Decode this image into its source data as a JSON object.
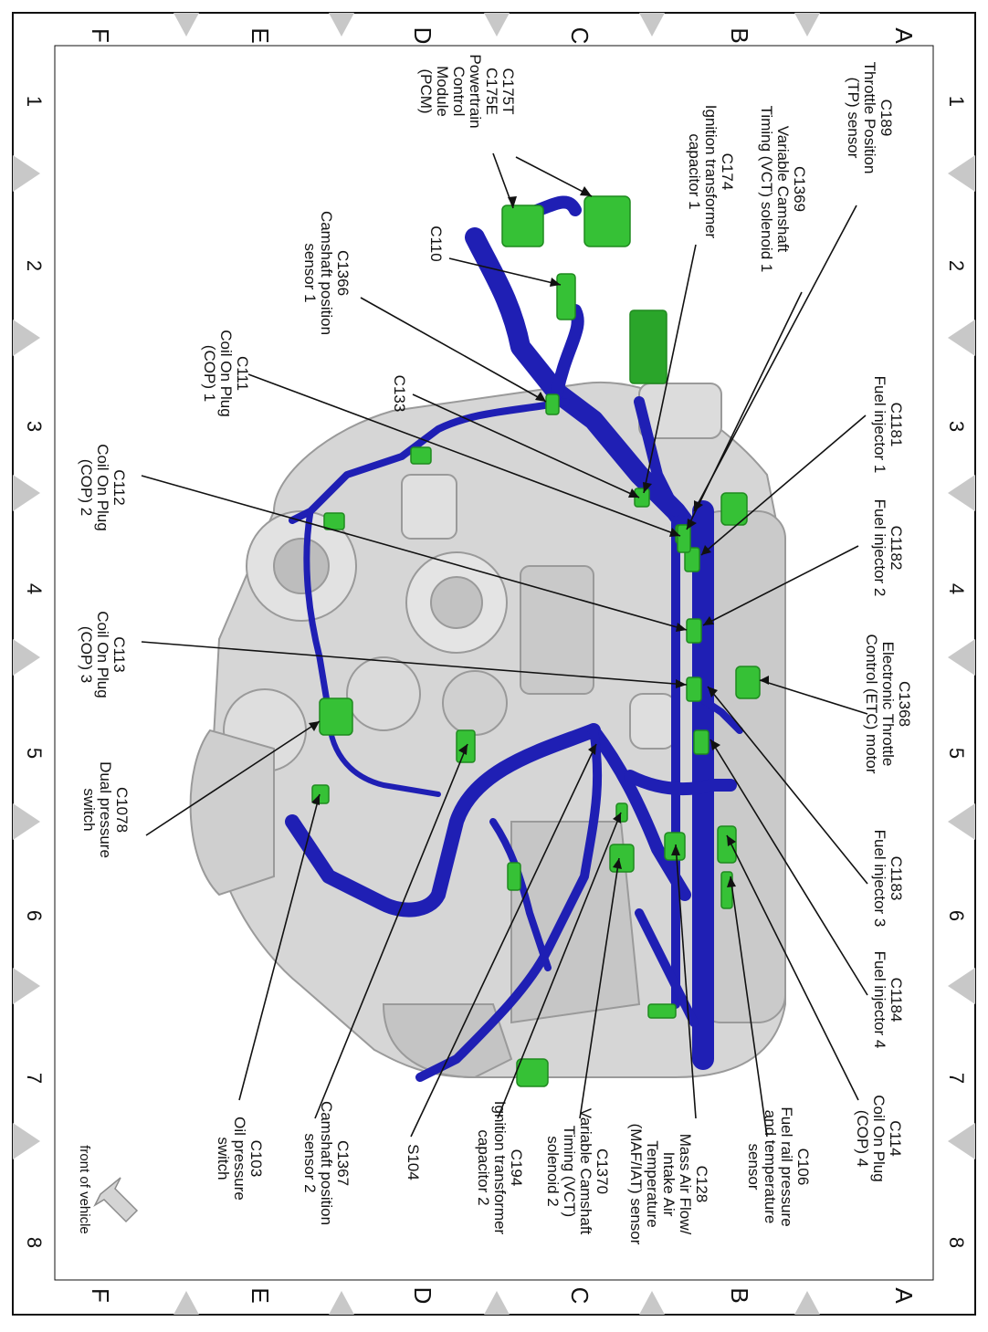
{
  "grid": {
    "letters_top": [
      "A",
      "B",
      "C",
      "D",
      "E",
      "F"
    ],
    "letters_bottom": [
      "A",
      "B",
      "C",
      "D",
      "E",
      "F"
    ],
    "numbers_right": [
      "1",
      "2",
      "3",
      "4",
      "5",
      "6",
      "7",
      "8"
    ],
    "numbers_left": [
      "1",
      "2",
      "3",
      "4",
      "5",
      "6",
      "7",
      "8"
    ]
  },
  "labels": {
    "c189": "C189\nThrottle Position\n(TP) sensor",
    "c1369": "C1369\nVariable Camshaft\nTiming (VCT) solenoid 1",
    "c174": "C174\nIgnition transformer\ncapacitor 1",
    "c175": "C175T\nC175E\nPowertrain\nControl\nModule\n(PCM)",
    "c110": "C110",
    "c1366": "C1366\nCamshaft position\nsensor 1",
    "c133": "C133",
    "c111": "C111\nCoil On Plug\n(COP) 1",
    "c112": "C112\nCoil On Plug\n(COP) 2",
    "c113": "C113\nCoil On Plug\n(COP) 3",
    "c1078": "C1078\nDual pressure\nswitch",
    "c1181": "C1181\nFuel injector 1",
    "c1182": "C1182\nFuel injector 2",
    "c1368": "C1368\nElectronic Throttle\nControl (ETC) motor",
    "c1183": "C1183\nFuel injector 3",
    "c1184": "C1184\nFuel injector 4",
    "c114": "C114\nCoil On Plug\n(COP) 4",
    "c106": "C106\nFuel rail pressure\nand temperature\nsensor",
    "c128": "C128\nMass Air Flow/\nIntake Air\nTemperature\n(MAF/IAT) sensor",
    "c1370": "C1370\nVariable Camshaft\nTiming (VCT)\nsolenoid 2",
    "c194": "C194\nIgnition transformer\ncapacitor 2",
    "s104": "S104",
    "c1367": "C1367\nCamshaft position\nsensor 2",
    "c103": "C103\nOil pressure\nswitch",
    "front": "front of vehicle"
  },
  "colors": {
    "harness": "#1f1fb4",
    "harness_light": "#4b4bd6",
    "connector": "#36c136",
    "connector_dark": "#1f8a1f",
    "engine": "#d6d6d6",
    "engine_dark": "#a8a8a8",
    "triangle": "#c8c8c8"
  }
}
